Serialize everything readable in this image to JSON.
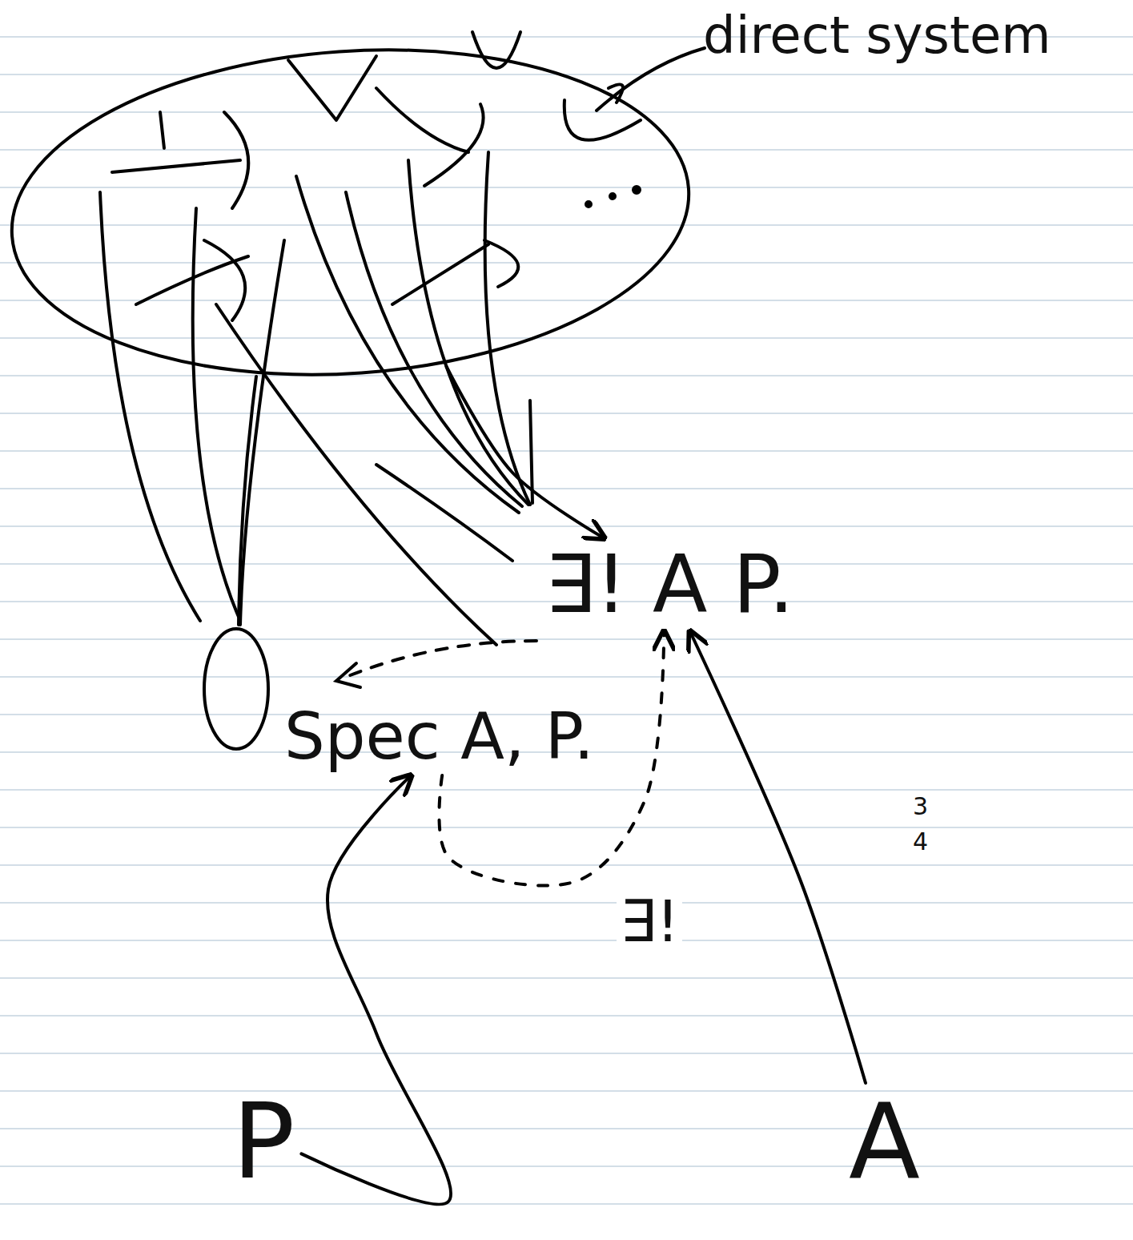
{
  "diagram": {
    "nodes": [
      {
        "text": [
          "direct system"
        ]
      },
      {
        "text": [
          "∃! A P."
        ]
      },
      {
        "text": [
          "Spec A, P."
        ]
      },
      {
        "text": [
          "P"
        ]
      },
      {
        "text": [
          "A"
        ]
      }
    ],
    "edges": [
      {
        "from": 0,
        "to": 1,
        "arrow": "to"
      },
      {
        "from": 2,
        "to": 1,
        "arrow": "to",
        "label": "∃!"
      },
      {
        "from": 3,
        "to": 2,
        "arrow": "to"
      },
      {
        "from": 4,
        "to": 1,
        "arrow": "to"
      }
    ],
    "labels": [
      "3",
      "4"
    ]
  }
}
